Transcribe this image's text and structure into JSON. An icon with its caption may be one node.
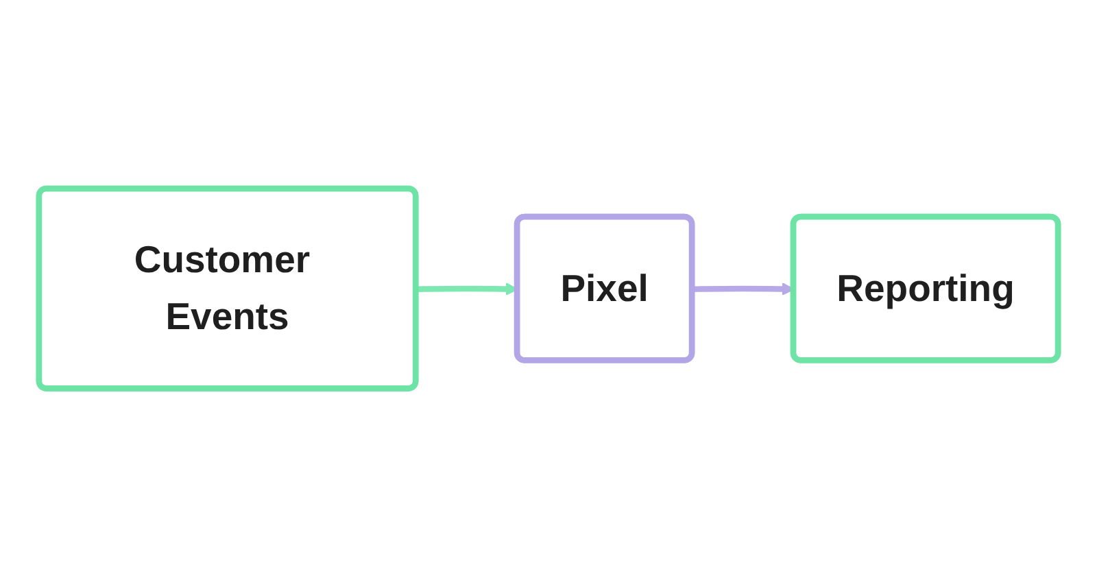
{
  "diagram": {
    "nodes": [
      {
        "text": [
          "Customer Events"
        ]
      },
      {
        "text": [
          "Pixel"
        ]
      },
      {
        "text": [
          "Reporting"
        ]
      }
    ],
    "edges": [
      {
        "from": 0,
        "to": 1,
        "arrow": "to",
        "color": "#7ee8b2"
      },
      {
        "from": 1,
        "to": 2,
        "arrow": "to",
        "color": "#b7a9e8"
      }
    ]
  }
}
